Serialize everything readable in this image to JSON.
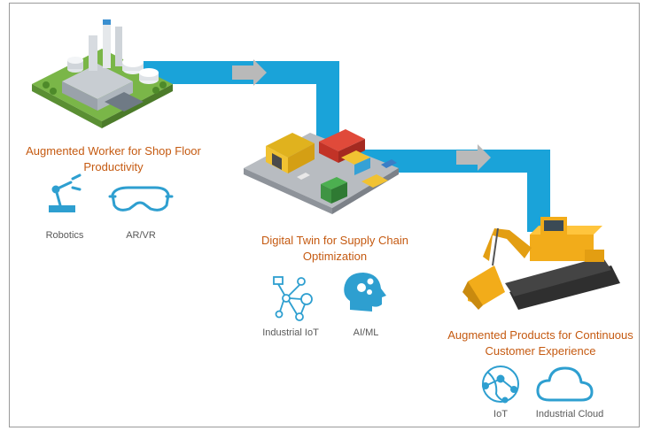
{
  "stages": [
    {
      "title": "Augmented Worker for Shop Floor Productivity",
      "illustration": "factory-illustration",
      "capabilities": [
        {
          "label": "Robotics",
          "icon": "robot-arm-icon"
        },
        {
          "label": "AR/VR",
          "icon": "vr-glasses-icon"
        }
      ]
    },
    {
      "title": "Digital Twin for Supply Chain Optimization",
      "illustration": "warehouse-illustration",
      "capabilities": [
        {
          "label": "Industrial IoT",
          "icon": "network-nodes-icon"
        },
        {
          "label": "AI/ML",
          "icon": "brain-head-icon"
        }
      ]
    },
    {
      "title": "Augmented Products for Continuous Customer Experience",
      "illustration": "excavator-illustration",
      "capabilities": [
        {
          "label": "IoT",
          "icon": "iot-globe-icon"
        },
        {
          "label": "Industrial Cloud",
          "icon": "cloud-icon"
        }
      ]
    }
  ],
  "colors": {
    "connector": "#1aa3d9",
    "arrow": "#b9b9b9",
    "title": "#c55a11",
    "icon": "#2e9fd0",
    "label": "#595959"
  }
}
